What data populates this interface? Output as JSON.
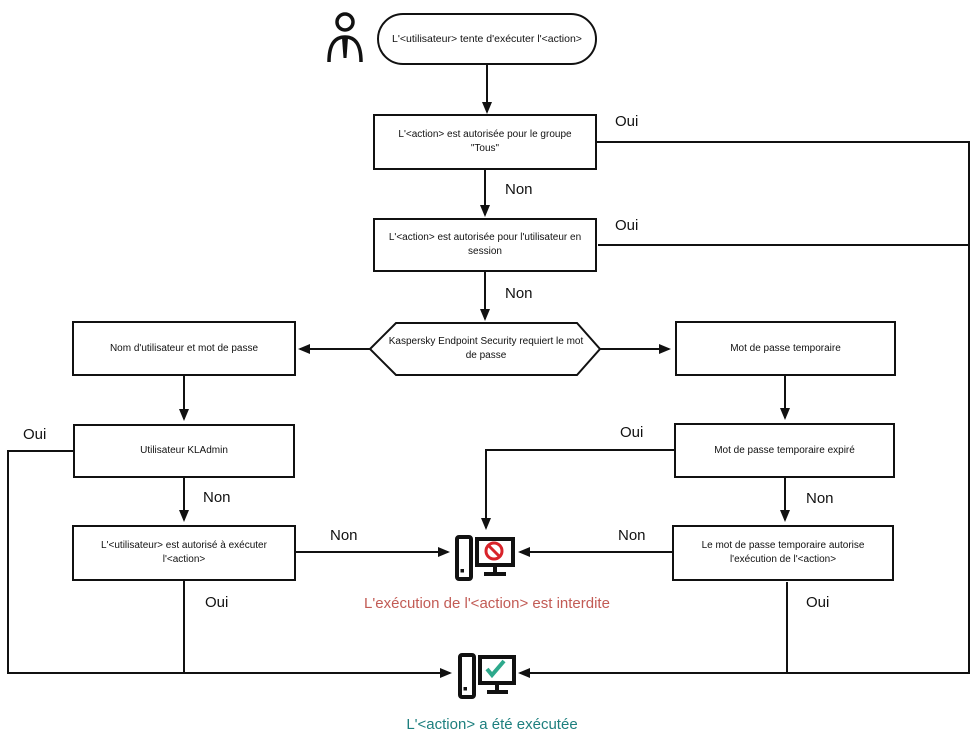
{
  "labels": {
    "yes": "Oui",
    "no": "Non"
  },
  "nodes": {
    "start": "L'<utilisateur> tente d'exécuter l'<action>",
    "group_allowed": "L'<action> est autorisée pour le groupe \"Tous\"",
    "session_allowed": "L'<action> est autorisée pour l'utilisateur en session",
    "password_required": "Kaspersky Endpoint Security requiert le mot de passe",
    "username_password": "Nom d'utilisateur et mot de passe",
    "temp_password": "Mot de passe temporaire",
    "kladmin_user": "Utilisateur KLAdmin",
    "temp_password_expired": "Mot de passe temporaire expiré",
    "user_authorized": "L'<utilisateur> est autorisé à exécuter l'<action>",
    "temp_password_authorizes": "Le mot de passe temporaire autorise l'exécution de l'<action>"
  },
  "results": {
    "denied": "L'exécution de l'<action> est interdite",
    "executed": "L'<action> a été exécutée"
  },
  "colors": {
    "denied_text": "#c25b55",
    "executed_text": "#1d7f7e",
    "prohibition": "#d8232a",
    "check": "#2ea98c",
    "line": "#111111"
  }
}
